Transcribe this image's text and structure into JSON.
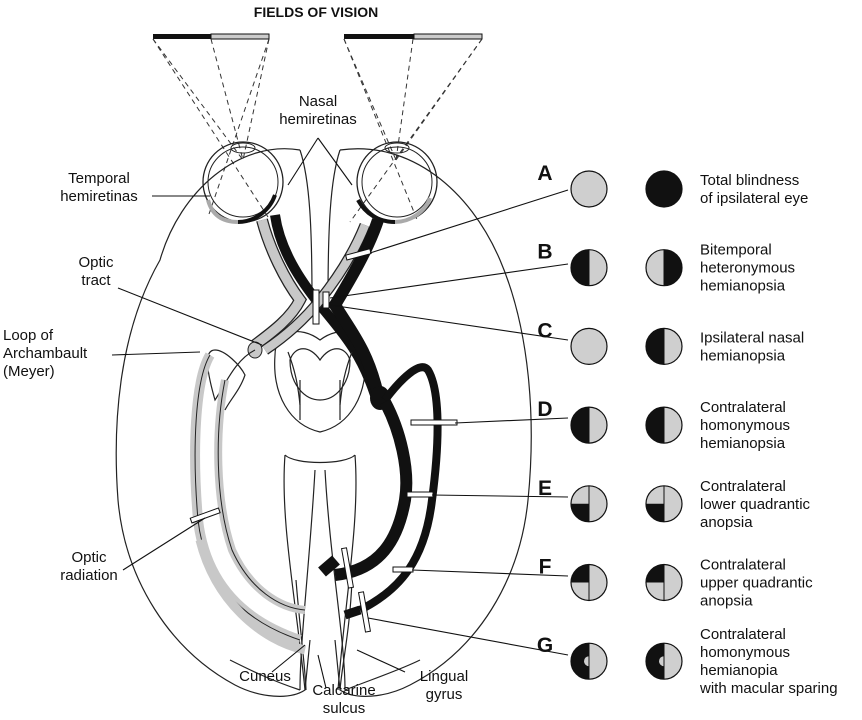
{
  "title": "FIELDS OF VISION",
  "labels": {
    "nasal": [
      "Nasal",
      "hemiretinas"
    ],
    "temporal": [
      "Temporal",
      "hemiretinas"
    ],
    "optic_tract": [
      "Optic",
      "tract"
    ],
    "loop": [
      "Loop of",
      "Archambault",
      "(Meyer)"
    ],
    "optic_radiation": [
      "Optic",
      "radiation"
    ],
    "cuneus": "Cuneus",
    "calcarine": [
      "Calcarine",
      "sulcus"
    ],
    "lingual": [
      "Lingual",
      "gyrus"
    ]
  },
  "lesions": [
    {
      "letter": "A",
      "left_eye": "full-gray",
      "right_eye": "full-black",
      "lines": [
        "Total blindness",
        "of ipsilateral eye"
      ]
    },
    {
      "letter": "B",
      "left_eye": "left-black",
      "right_eye": "right-black",
      "lines": [
        "Bitemporal",
        "heteronymous",
        "hemianopsia"
      ]
    },
    {
      "letter": "C",
      "left_eye": "full-gray",
      "right_eye": "left-black",
      "lines": [
        "Ipsilateral nasal",
        "hemianopsia"
      ]
    },
    {
      "letter": "D",
      "left_eye": "left-black",
      "right_eye": "left-black",
      "lines": [
        "Contralateral",
        "homonymous",
        "hemianopsia"
      ]
    },
    {
      "letter": "E",
      "left_eye": "lower-left-black",
      "right_eye": "lower-left-black",
      "lines": [
        "Contralateral",
        "lower quadrantic",
        "anopsia"
      ]
    },
    {
      "letter": "F",
      "left_eye": "upper-left-black",
      "right_eye": "upper-left-black",
      "lines": [
        "Contralateral",
        "upper quadrantic",
        "anopsia"
      ]
    },
    {
      "letter": "G",
      "left_eye": "left-black-macular-sparing",
      "right_eye": "left-black-macular-sparing",
      "lines": [
        "Contralateral",
        "homonymous",
        "hemianopia",
        "with macular sparing"
      ]
    }
  ]
}
